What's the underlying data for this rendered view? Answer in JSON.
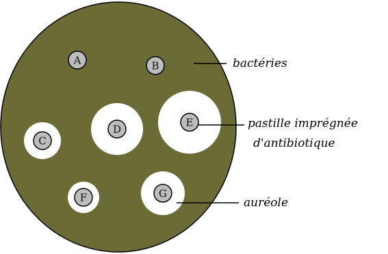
{
  "colors": {
    "bacteria": "#6b6b35",
    "halo": "#ffffff",
    "pill_fill": "#bdbdbd",
    "pill_stroke": "#000000",
    "leader_line": "#000000",
    "text": "#000000"
  },
  "pills": [
    {
      "letter": "A",
      "halo": false
    },
    {
      "letter": "B",
      "halo": false
    },
    {
      "letter": "C",
      "halo": true
    },
    {
      "letter": "D",
      "halo": true
    },
    {
      "letter": "E",
      "halo": true
    },
    {
      "letter": "F",
      "halo": true
    },
    {
      "letter": "G",
      "halo": true
    }
  ],
  "labels": {
    "bacteria": "bactéries",
    "pill_line1": "pastille imprégnée",
    "pill_line2": "d'antibiotique",
    "halo": "auréole"
  }
}
